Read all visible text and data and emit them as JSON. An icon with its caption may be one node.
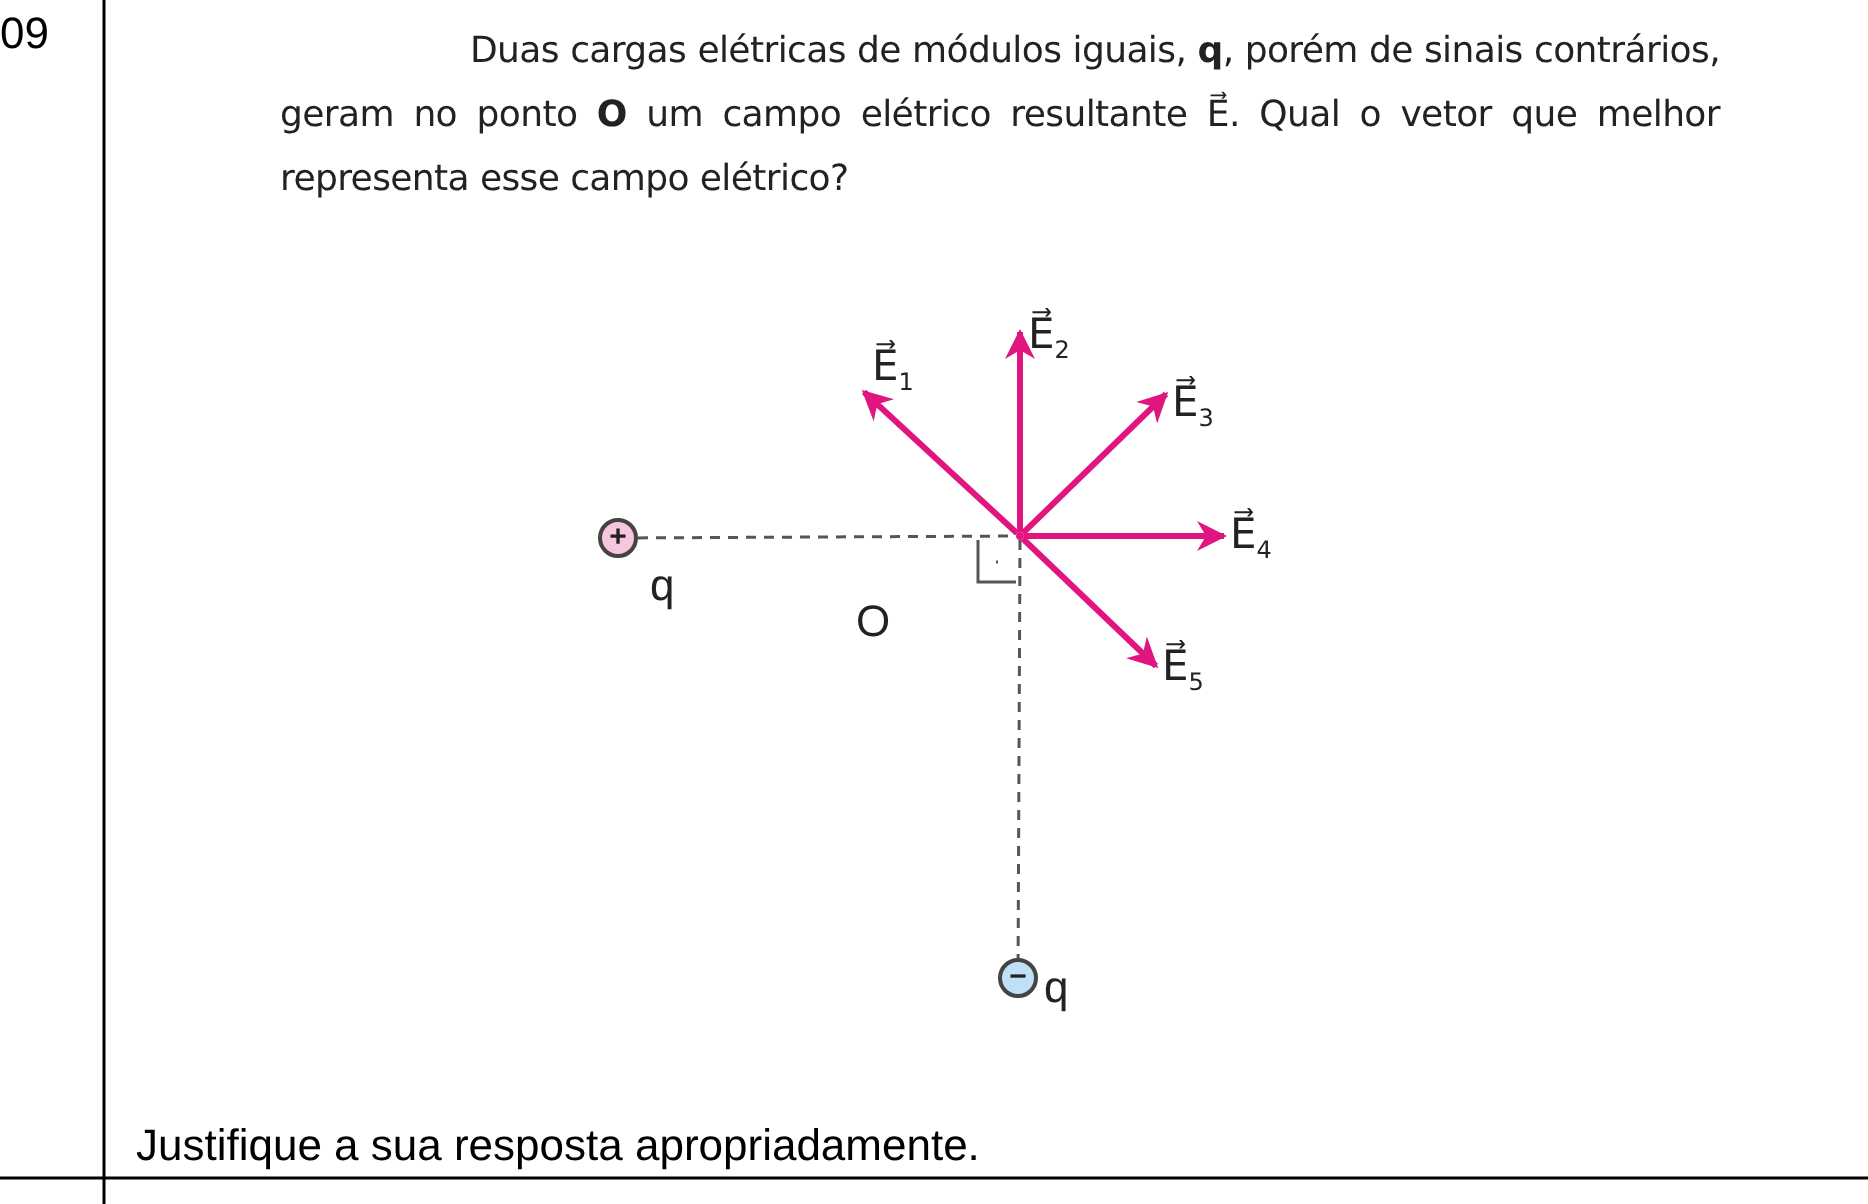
{
  "diagram": {
    "title": "Duas cargas elétricas de módulos iguais, **q**, porém de sinais contrários, geram no ponto **O** um campo elétrico resultante E⃗. Qual o vetor que melhor representa esse campo elétrico?",
    "nodes": [
      {
        "text": [
          "+"
        ],
        "beside": [
          "q"
        ]
      },
      {
        "text": [],
        "shape": "point",
        "beside": [
          "O"
        ]
      },
      {
        "text": [
          "E⃗$_{1}$"
        ]
      },
      {
        "text": [
          "E⃗$_{2}$"
        ]
      },
      {
        "text": [
          "E⃗$_{3}$"
        ]
      },
      {
        "text": [
          "E⃗$_{4}$"
        ]
      },
      {
        "text": [
          "E⃗$_{5}$"
        ]
      },
      {
        "text": [
          "−"
        ],
        "beside": [
          "q"
        ]
      }
    ],
    "edges": [
      {
        "from": 0,
        "to": 1,
        "arrow": "none",
        "style": "dashed",
        "color": "#555555"
      },
      {
        "from": 1,
        "to": 7,
        "arrow": "none",
        "style": "dashed",
        "color": "#555555"
      },
      {
        "from": 1,
        "to": 2,
        "arrow": "to"
      },
      {
        "from": 1,
        "to": 3,
        "arrow": "to"
      },
      {
        "from": 1,
        "to": 4,
        "arrow": "to"
      },
      {
        "from": 1,
        "to": 5,
        "arrow": "to"
      },
      {
        "from": 1,
        "to": 6,
        "arrow": "to"
      }
    ],
    "labels": [
      "09",
      "Justifique a sua resposta apropriadamente."
    ]
  }
}
